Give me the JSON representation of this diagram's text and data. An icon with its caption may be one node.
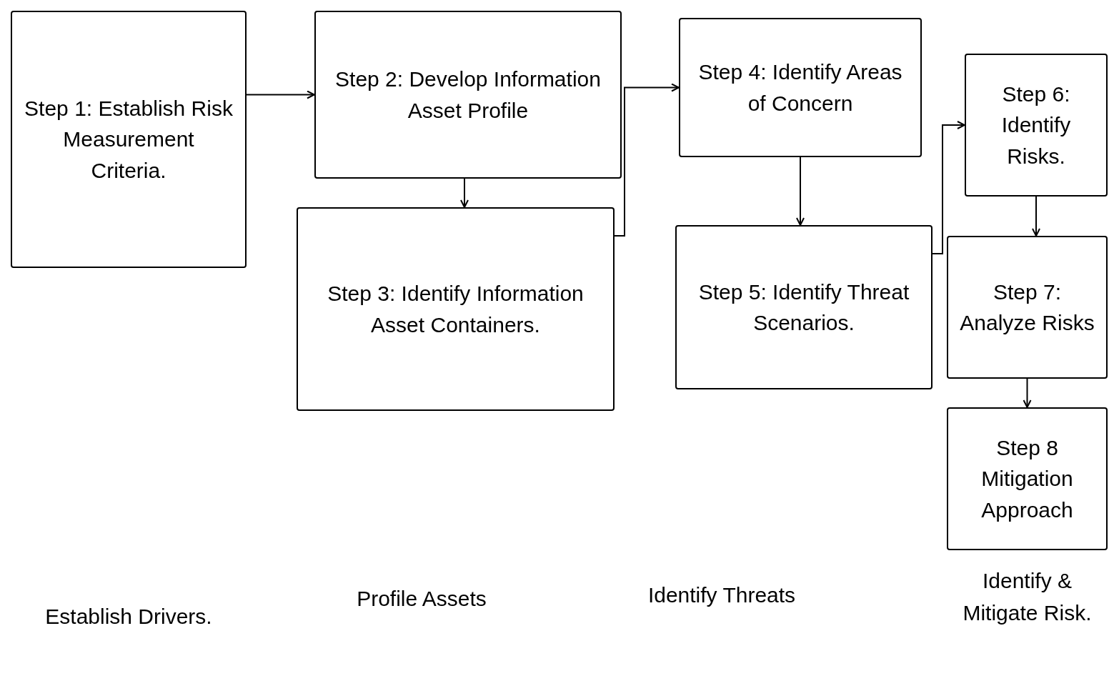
{
  "diagram": {
    "nodes": [
      {
        "text": [
          "Step 1: Establish Risk Measurement Criteria."
        ]
      },
      {
        "text": [
          "Step 2: Develop Information Asset Profile"
        ]
      },
      {
        "text": [
          "Step 3: Identify Information Asset Containers."
        ]
      },
      {
        "text": [
          "Step 4: Identify Areas of Concern"
        ]
      },
      {
        "text": [
          "Step 5: Identify Threat Scenarios."
        ]
      },
      {
        "text": [
          "Step 6: Identify Risks."
        ]
      },
      {
        "text": [
          "Step 7: Analyze Risks"
        ]
      },
      {
        "text": [
          "Step 8 Mitigation Approach"
        ]
      }
    ],
    "edges": [
      {
        "from": 0,
        "to": 1,
        "arrow": "to"
      },
      {
        "from": 1,
        "to": 2,
        "arrow": "to"
      },
      {
        "from": 2,
        "to": 3,
        "arrow": "to"
      },
      {
        "from": 3,
        "to": 4,
        "arrow": "to"
      },
      {
        "from": 4,
        "to": 5,
        "arrow": "to"
      },
      {
        "from": 5,
        "to": 6,
        "arrow": "to"
      },
      {
        "from": 6,
        "to": 7,
        "arrow": "to"
      }
    ],
    "labels": [
      "Establish Drivers.",
      "Profile Assets",
      "Identify Threats",
      "Identify & Mitigate Risk."
    ]
  }
}
